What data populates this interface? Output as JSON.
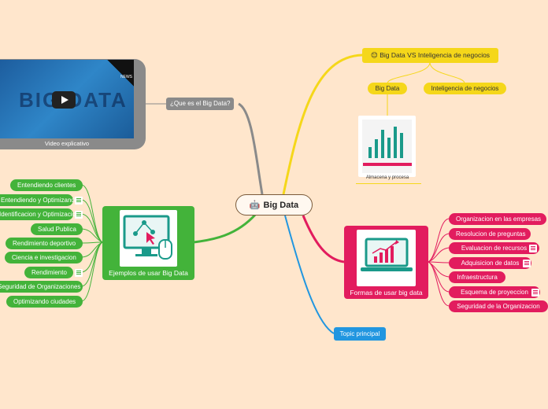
{
  "root": {
    "label": "Big Data",
    "icon": "robot-icon"
  },
  "yellow_branch": {
    "title": "Big Data VS Inteligencia de negocios",
    "icon": "emoji-icon",
    "children": [
      "Big Data",
      "Inteligencia de negocios"
    ],
    "image_caption": "Almacena y procesa"
  },
  "gray_branch": {
    "title": "¿Que es el Big Data?",
    "video_caption": "Video explicativo",
    "video_overlay_text": "BIG DATA",
    "video_badge": "NEWS"
  },
  "green_branch": {
    "title": "Ejemplos de usar Big Data",
    "items": [
      "Entendiendo clientes",
      "Entendiendo y Optimizando",
      "Identificacion y Optimizacion",
      "Salud Publica",
      "Rendimiento deportivo",
      "Ciencia e investigacion",
      "Rendimiento",
      "Seguridad de Organizaciones",
      "Optimizando ciudades"
    ]
  },
  "pink_branch": {
    "title": "Formas de usar big data",
    "items": [
      "Organizacion en las empresas",
      "Resolucion de preguntas",
      "Evaluacion de recursos",
      "Adquisicion de datos",
      "Infraestructura",
      "Esquema de proyeccion",
      "Seguridad de la Organizacion"
    ]
  },
  "blue_branch": {
    "title": "Topic principal"
  },
  "colors": {
    "background": "#ffe6cc",
    "green": "#43b33a",
    "pink": "#e21c5e",
    "yellow": "#f5d71a",
    "gray": "#8a8a8a",
    "blue": "#2196e0"
  }
}
